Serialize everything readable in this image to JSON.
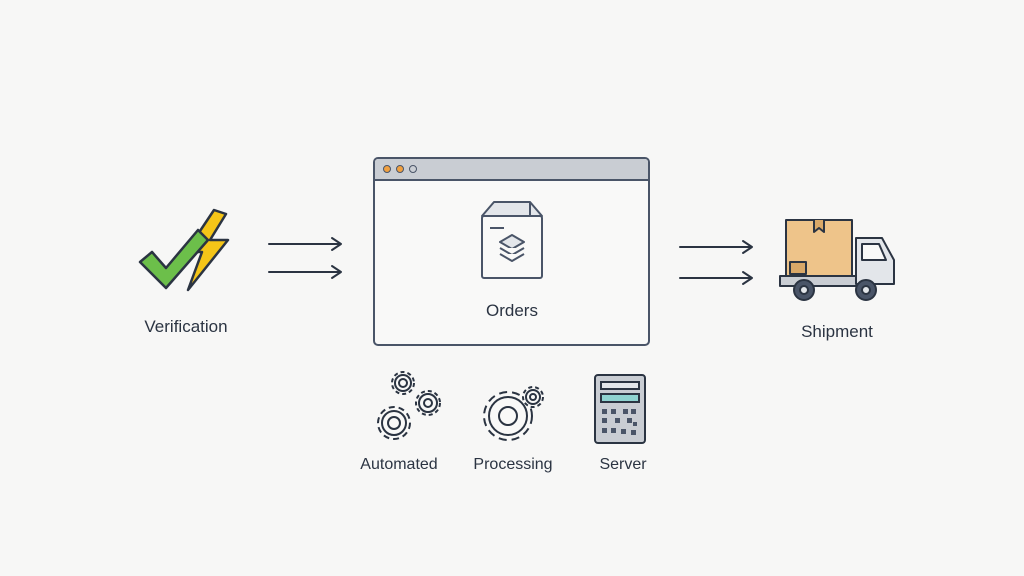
{
  "steps": {
    "verification": {
      "label": "Verification",
      "icon": "check-lightning-icon"
    },
    "orders": {
      "label": "Orders",
      "icon": "package-box-icon"
    },
    "shipment": {
      "label": "Shipment",
      "icon": "delivery-truck-icon"
    }
  },
  "sub_items": [
    {
      "label": "Automated",
      "icon": "gears-icon"
    },
    {
      "label": "Processing",
      "icon": "gear-icon"
    },
    {
      "label": "Server",
      "icon": "server-icon"
    }
  ],
  "colors": {
    "background": "#f7f7f6",
    "stroke": "#4a5568",
    "check_green": "#6cbf4a",
    "lightning_yellow": "#f5c518",
    "window_dot_orange": "#f0a040",
    "box_tan": "#eec48a",
    "server_teal": "#8fd3d0"
  }
}
